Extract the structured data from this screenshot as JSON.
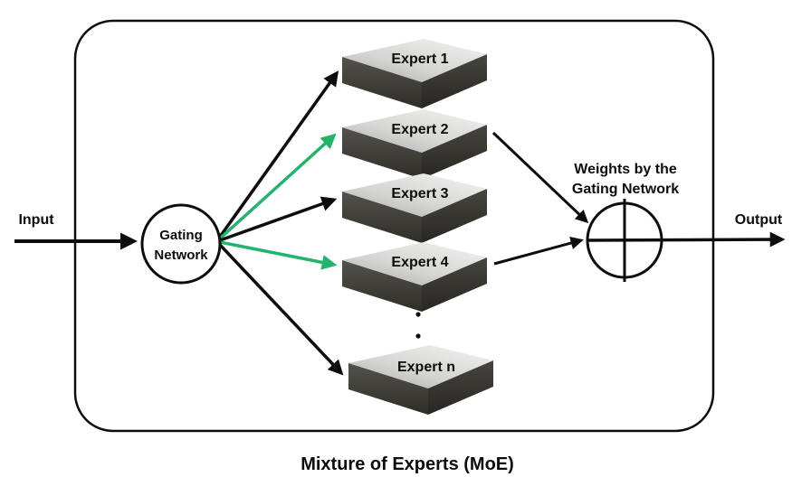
{
  "title": "Mixture of Experts (MoE)",
  "colors": {
    "black": "#0d0d0d",
    "green": "#22b46a",
    "box_top_light": "#f0f0ee",
    "box_top_mid": "#d4d4d2",
    "box_top_dark": "#aaaaa8",
    "box_side_top": "#54524c",
    "box_side_bottom": "#2e2d28",
    "box_side_right_top": "#47453f",
    "box_side_right_bottom": "#272622"
  },
  "nodes": {
    "input_label": "Input",
    "output_label": "Output",
    "gating": {
      "line1": "Gating",
      "line2": "Network"
    },
    "sum_label": {
      "line1": "Weights by the",
      "line2": "Gating Network"
    }
  },
  "experts": [
    {
      "label": "Expert 1",
      "arrow_color": "black",
      "connects_to_sum": false
    },
    {
      "label": "Expert 2",
      "arrow_color": "green",
      "connects_to_sum": true
    },
    {
      "label": "Expert 3",
      "arrow_color": "black",
      "connects_to_sum": false
    },
    {
      "label": "Expert 4",
      "arrow_color": "green",
      "connects_to_sum": true
    },
    {
      "label": "Expert n",
      "arrow_color": "black",
      "connects_to_sum": false
    }
  ],
  "ellipsis_dots": 2
}
